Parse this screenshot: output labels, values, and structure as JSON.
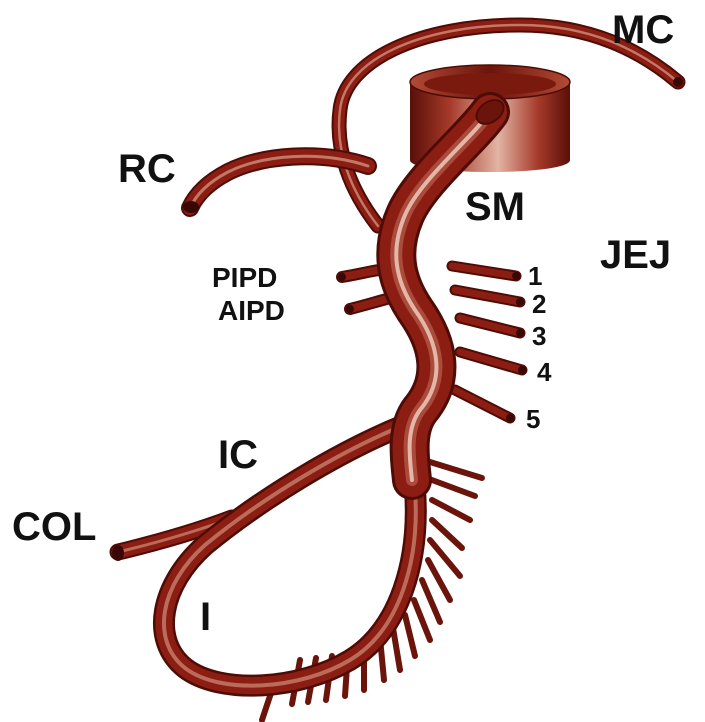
{
  "labels": {
    "mc": "MC",
    "rc": "RC",
    "sm": "SM",
    "jej": "JEJ",
    "pipd": "PIPD",
    "aipd": "AIPD",
    "ic": "IC",
    "col": "COL",
    "i": "I",
    "jejunal_branches": [
      "1",
      "2",
      "3",
      "4",
      "5"
    ]
  },
  "colors": {
    "vessel": "#8c1d12",
    "vessel_highlight": "#d9a08a",
    "vessel_dark": "#4e0c06",
    "text": "#111111"
  }
}
